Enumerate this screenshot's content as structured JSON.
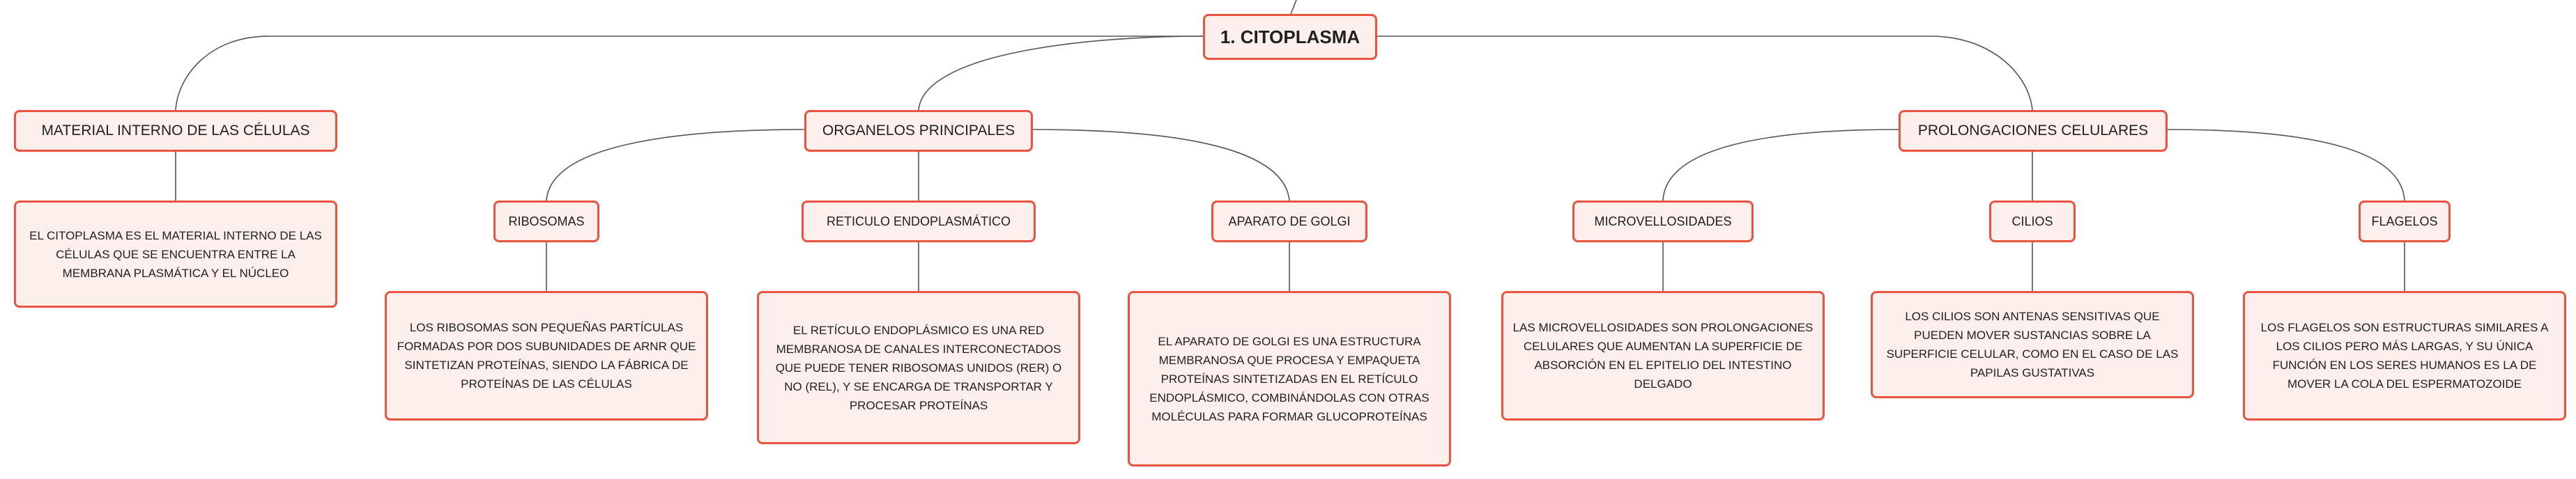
{
  "root": {
    "label": "1. CITOPLASMA"
  },
  "branches": [
    {
      "label": "MATERIAL INTERNO DE LAS CÉLULAS"
    },
    {
      "label": "ORGANELOS PRINCIPALES"
    },
    {
      "label": "PROLONGACIONES CELULARES"
    }
  ],
  "material": {
    "description": "EL CITOPLASMA ES EL MATERIAL INTERNO DE LAS CÉLULAS QUE SE ENCUENTRA ENTRE LA MEMBRANA PLASMÁTICA Y EL NÚCLEO"
  },
  "organelos": [
    {
      "label": "RIBOSOMAS",
      "description": "LOS RIBOSOMAS SON PEQUEÑAS PARTÍCULAS FORMADAS POR DOS SUBUNIDADES DE ARNR QUE SINTETIZAN PROTEÍNAS, SIENDO LA FÁBRICA DE PROTEÍNAS DE LAS CÉLULAS"
    },
    {
      "label": "RETICULO ENDOPLASMÁTICO",
      "description": "EL RETÍCULO ENDOPLÁSMICO ES UNA RED MEMBRANOSA DE CANALES INTERCONECTADOS QUE PUEDE TENER RIBOSOMAS UNIDOS (RER) O NO (REL), Y SE ENCARGA DE TRANSPORTAR Y PROCESAR PROTEÍNAS"
    },
    {
      "label": "APARATO DE GOLGI",
      "description": "EL APARATO DE GOLGI ES UNA ESTRUCTURA MEMBRANOSA QUE PROCESA Y EMPAQUETA PROTEÍNAS SINTETIZADAS EN EL RETÍCULO ENDOPLÁSMICO, COMBINÁNDOLAS CON OTRAS MOLÉCULAS PARA FORMAR GLUCOPROTEÍNAS"
    }
  ],
  "prolongaciones": [
    {
      "label": "MICROVELLOSIDADES",
      "description": "LAS MICROVELLOSIDADES SON PROLONGACIONES CELULARES QUE AUMENTAN LA SUPERFICIE DE ABSORCIÓN EN EL EPITELIO DEL INTESTINO DELGADO"
    },
    {
      "label": "CILIOS",
      "description": "LOS CILIOS SON ANTENAS SENSITIVAS QUE PUEDEN MOVER SUSTANCIAS SOBRE LA SUPERFICIE CELULAR, COMO EN EL CASO DE LAS PAPILAS GUSTATIVAS"
    },
    {
      "label": "FLAGELOS",
      "description": "LOS FLAGELOS SON ESTRUCTURAS SIMILARES A LOS CILIOS PERO MÁS LARGAS, Y SU ÚNICA FUNCIÓN EN LOS SERES HUMANOS ES LA DE MOVER LA COLA DEL ESPERMATOZOIDE"
    }
  ],
  "colors": {
    "node_border": "#e8543f",
    "node_fill": "#fdf0ec",
    "connector": "#555555"
  }
}
